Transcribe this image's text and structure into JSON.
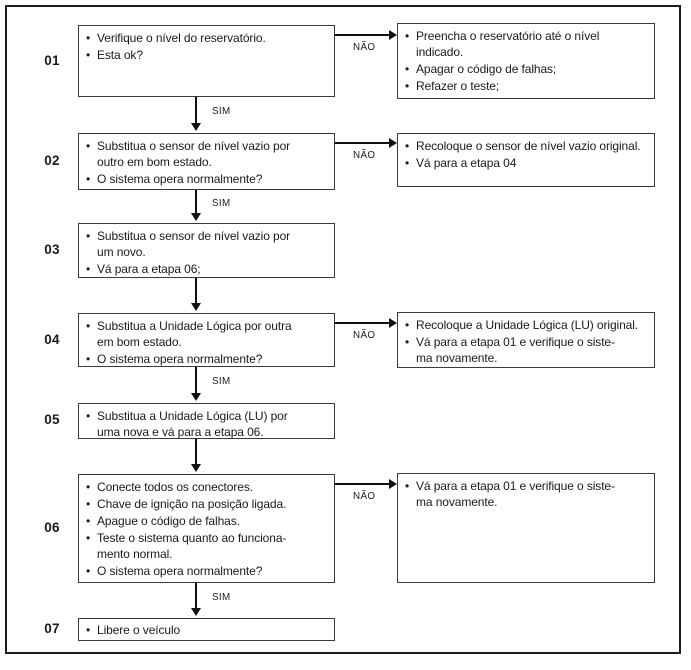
{
  "flowchart": {
    "bullet": "•",
    "yes": "SIM",
    "no": "NÃO",
    "steps": [
      {
        "number": "01",
        "left": [
          [
            "Verifique o nível do reservatório."
          ],
          [
            "Esta ok?"
          ]
        ],
        "right": [
          [
            "Preencha o reservatório até o nível",
            "indicado."
          ],
          [
            "Apagar o código de falhas;"
          ],
          [
            "Refazer o teste;"
          ]
        ]
      },
      {
        "number": "02",
        "left": [
          [
            "Substitua o sensor de nível vazio por",
            "outro em bom estado."
          ],
          [
            "O sistema opera normalmente?"
          ]
        ],
        "right": [
          [
            "Recoloque o sensor de nível vazio original."
          ],
          [
            "Vá para a etapa 04"
          ]
        ]
      },
      {
        "number": "03",
        "left": [
          [
            "Substitua o sensor de nível vazio por",
            "um novo."
          ],
          [
            "Vá para a etapa 06;"
          ]
        ]
      },
      {
        "number": "04",
        "left": [
          [
            "Substitua a Unidade Lógica por outra",
            "em bom estado."
          ],
          [
            "O sistema opera normalmente?"
          ]
        ],
        "right": [
          [
            "Recoloque a Unidade Lógica (LU) original."
          ],
          [
            "Vá para a etapa 01 e verifique o siste-",
            "ma novamente."
          ]
        ]
      },
      {
        "number": "05",
        "left": [
          [
            "Substitua a Unidade Lógica (LU) por",
            "uma nova e vá para a etapa 06."
          ]
        ]
      },
      {
        "number": "06",
        "left": [
          [
            "Conecte todos os conectores."
          ],
          [
            "Chave de ignição na posição ligada."
          ],
          [
            "Apague o código de falhas."
          ],
          [
            "Teste o sistema quanto ao funciona-",
            "mento normal."
          ],
          [
            "O sistema opera normalmente?"
          ]
        ],
        "right": [
          [
            "Vá para a etapa 01 e verifique o siste-",
            "ma novamente."
          ]
        ]
      },
      {
        "number": "07",
        "left": [
          [
            "Libere o veículo"
          ]
        ]
      }
    ]
  }
}
